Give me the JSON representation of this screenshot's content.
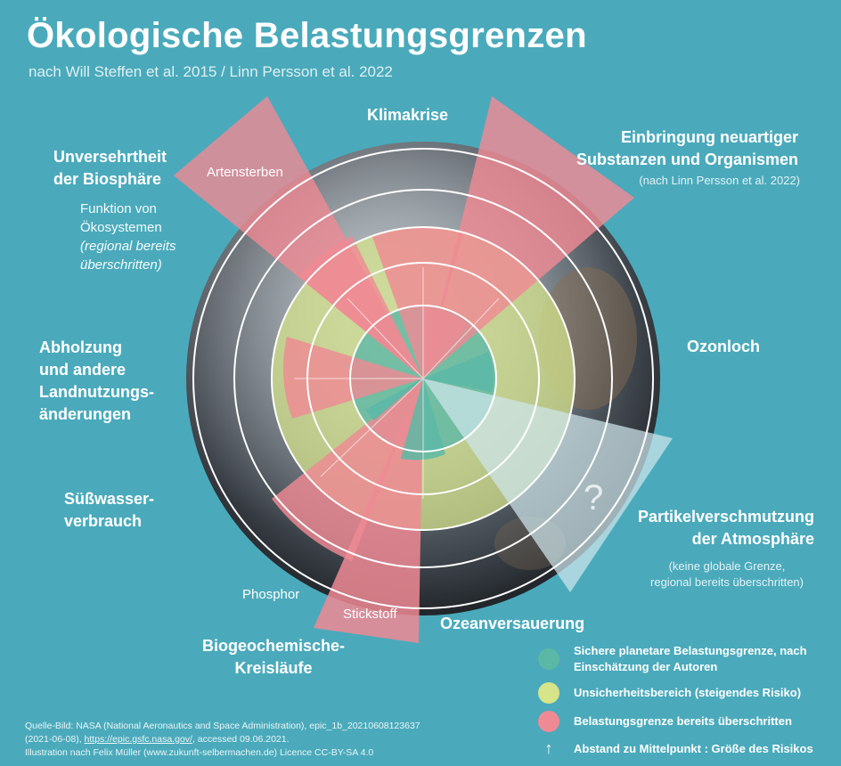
{
  "title": "Ökologische Belastungsgrenzen",
  "subtitle": "nach Will Steffen et al. 2015 / Linn Persson et al. 2022",
  "labels": {
    "klima": "Klimakrise",
    "substanzen_1": "Einbringung neuartiger",
    "substanzen_2": "Substanzen und Organismen",
    "substanzen_note": "(nach Linn Persson et al. 2022)",
    "biosphaere_1": "Unversehrtheit",
    "biosphaere_2": "der Biosphäre",
    "artensterben": "Artensterben",
    "funktion_1": "Funktion von",
    "funktion_2": "Ökosystemen",
    "funktion_3": "(regional bereits",
    "funktion_4": "überschritten)",
    "ozonloch": "Ozonloch",
    "abholzung_1": "Abholzung",
    "abholzung_2": "und andere",
    "abholzung_3": "Landnutzungs-",
    "abholzung_4": "änderungen",
    "partikel_1": "Partikelverschmutzung",
    "partikel_2": "der Atmosphäre",
    "partikel_note_1": "(keine globale Grenze,",
    "partikel_note_2": "regional bereits überschritten)",
    "suesswasser_1": "Süßwasser-",
    "suesswasser_2": "verbrauch",
    "phosphor": "Phosphor",
    "stickstoff": "Stickstoff",
    "ozean": "Ozeanversauerung",
    "bio_1": "Biogeochemische-",
    "bio_2": "Kreisläufe",
    "question": "?"
  },
  "legend": {
    "safe": "Sichere planetare Belastungsgrenze, nach Einschätzung der Autoren",
    "uncertain": "Unsicherheitsbereich (steigendes Risiko)",
    "exceeded": "Belastungsgrenze bereits überschritten",
    "distance": "Abstand zu Mittelpunkt : Größe des Risikos"
  },
  "colors": {
    "background": "#4aaabb",
    "safe": "#5cb8a6",
    "uncertain": "#d6e48a",
    "exceeded": "#ef8a94",
    "unknown": "#cfe6ec"
  },
  "source": {
    "line1": "Quelle-Bild: NASA (National Aeronautics and Space Administration), epic_1b_20210608123637",
    "line2_a": "(2021-06-08), ",
    "line2_link": "https://epic.gsfc.nasa.gov/",
    "line2_b": ", accessed 09.06.2021.",
    "line3": "Illustration nach Felix Müller (www.zukunft-selbermachen.de) Licence CC-BY-SA 4.0"
  }
}
